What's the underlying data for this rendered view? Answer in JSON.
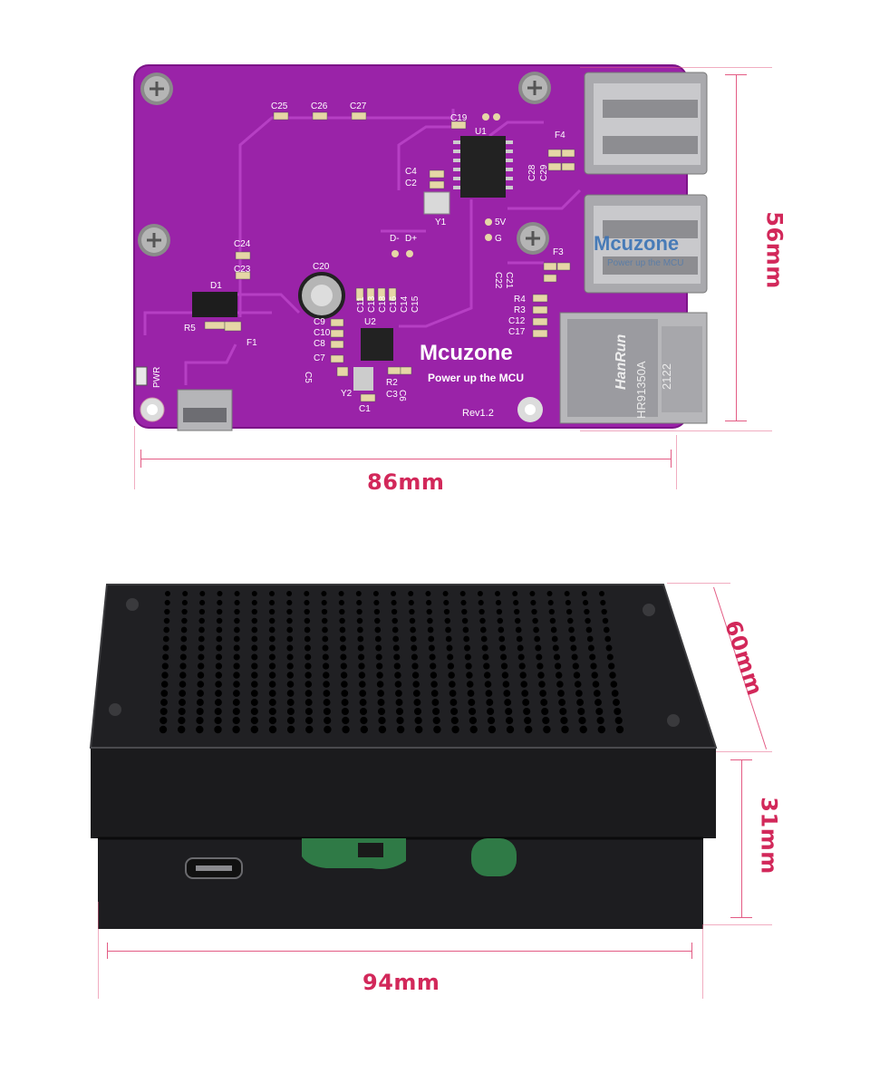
{
  "pcb": {
    "brand": "Mcuzone",
    "tagline": "Power up the MCU",
    "revision": "Rev1.2",
    "pwr_label": "PWR",
    "jack_brand": "HanRun",
    "jack_model": "HR91350A",
    "jack_code": "2122",
    "watermark_brand": "Mcuzone",
    "watermark_tagline": "Power up the MCU",
    "components": {
      "c25": "C25",
      "c26": "C26",
      "c27": "C27",
      "c19": "C19",
      "u1": "U1",
      "c4": "C4",
      "c2": "C2",
      "y1": "Y1",
      "f4": "F4",
      "c28": "C28",
      "c29": "C29",
      "c24": "C24",
      "c23": "C23",
      "d1": "D1",
      "r5": "R5",
      "f1": "F1",
      "c20": "C20",
      "c11": "C11",
      "c13": "C13",
      "c18": "C18",
      "c16": "C16",
      "c14": "C14",
      "c15": "C15",
      "c9": "C9",
      "c10": "C10",
      "c8": "C8",
      "c7": "C7",
      "u2": "U2",
      "c5": "C5",
      "y2": "Y2",
      "r2": "R2",
      "c3": "C3",
      "c6": "C6",
      "c1": "C1",
      "dm": "D-",
      "dp": "D+",
      "v5": "5V",
      "g": "G",
      "f3": "F3",
      "c21": "C21",
      "c22": "C22",
      "r4": "R4",
      "r3": "R3",
      "c12": "C12",
      "c17": "C17"
    }
  },
  "dimensions": {
    "pcb_width": "86mm",
    "pcb_height": "56mm",
    "case_depth": "60mm",
    "case_height": "31mm",
    "case_width": "94mm"
  },
  "colors": {
    "pcb": "#9a23a8",
    "case": "#1c1c1e",
    "dimension": "#d2285a"
  }
}
